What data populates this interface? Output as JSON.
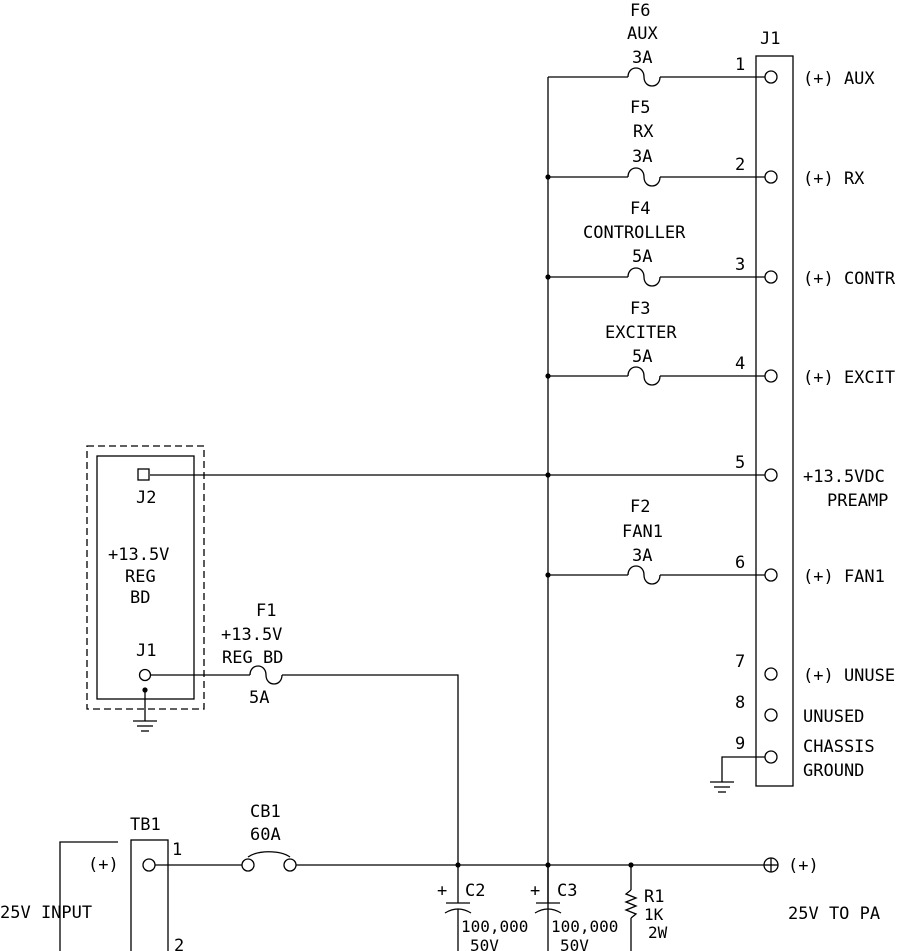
{
  "connector_j1": {
    "ref": "J1",
    "pins": [
      {
        "num": "1",
        "label": "(+) AUX"
      },
      {
        "num": "2",
        "label": "(+) RX"
      },
      {
        "num": "3",
        "label": "(+) CONTR"
      },
      {
        "num": "4",
        "label": "(+) EXCIT"
      },
      {
        "num": "5",
        "label": "+13.5VDC",
        "label2": "PREAMP"
      },
      {
        "num": "6",
        "label": "(+) FAN1"
      },
      {
        "num": "7",
        "label": "(+) UNUSE"
      },
      {
        "num": "8",
        "label": "UNUSED"
      },
      {
        "num": "9",
        "label": "CHASSIS",
        "label2": "GROUND"
      }
    ]
  },
  "fuses": [
    {
      "ref": "F6",
      "name": "AUX",
      "rating": "3A"
    },
    {
      "ref": "F5",
      "name": "RX",
      "rating": "3A"
    },
    {
      "ref": "F4",
      "name": "CONTROLLER",
      "rating": "5A"
    },
    {
      "ref": "F3",
      "name": "EXCITER",
      "rating": "5A"
    },
    {
      "ref": "F2",
      "name": "FAN1",
      "rating": "3A"
    },
    {
      "ref": "F1",
      "name": "+13.5V",
      "name2": "REG BD",
      "rating": "5A"
    }
  ],
  "reg_board": {
    "j2": "J2",
    "label": [
      "+13.5V",
      "REG",
      "BD"
    ],
    "j1": "J1"
  },
  "breaker": {
    "ref": "CB1",
    "rating": "60A"
  },
  "terminal_block": {
    "ref": "TB1",
    "pin1": "1",
    "pin2": "2",
    "plus": "(+)",
    "input": "25V INPUT"
  },
  "capacitors": [
    {
      "ref": "C2",
      "value": "100,000",
      "voltage": "50V",
      "plus": "+"
    },
    {
      "ref": "C3",
      "value": "100,000",
      "voltage": "50V",
      "plus": "+"
    }
  ],
  "resistor": {
    "ref": "R1",
    "value": "1K",
    "power": "2W"
  },
  "output": {
    "plus": "(+)",
    "label": "25V TO PA"
  }
}
